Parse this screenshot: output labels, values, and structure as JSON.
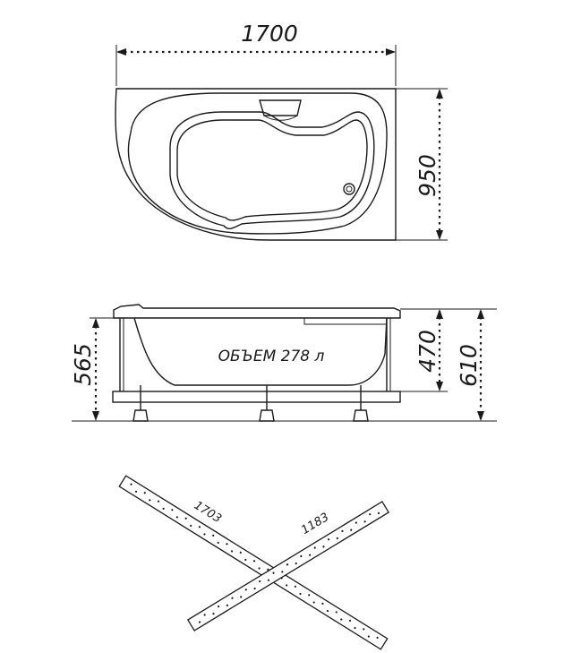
{
  "top_view": {
    "length_label": "1700",
    "width_label": "950"
  },
  "side_view": {
    "total_height_label": "565",
    "depth_label": "470",
    "max_height_label": "610",
    "volume_label": "ОБЪЕМ 278 л"
  },
  "frame_view": {
    "long_bar_label": "1703",
    "short_bar_label": "1183"
  }
}
